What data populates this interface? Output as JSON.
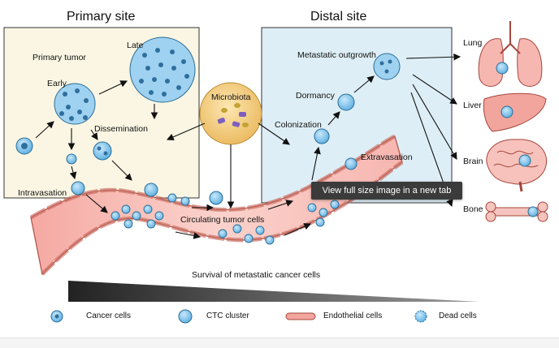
{
  "figure": {
    "primary_title": "Primary site",
    "distal_title": "Distal site",
    "primary": {
      "primary_tumor": "Primary tumor",
      "late": "Late",
      "early": "Early",
      "dissemination": "Dissemination",
      "intravasation": "Intravasation"
    },
    "microbiota": "Microbiota",
    "distal": {
      "metastatic_outgrowth": "Metastatic outgrowth",
      "dormancy": "Dormancy",
      "colonization": "Colonization",
      "extravasation": "Extravasation"
    },
    "circulating_tumor_cells": "Circulating tumor cells",
    "organs": {
      "lung": "Lung",
      "liver": "Liver",
      "brain": "Brain",
      "bone": "Bone"
    },
    "survival": "Survival of metastatic cancer cells",
    "legend": {
      "cancer_cells": "Cancer cells",
      "ctc_cluster": "CTC cluster",
      "endothelial_cells": "Endothelial cells",
      "dead_cells": "Dead cells"
    },
    "colors": {
      "primary_panel": "#fbf6e3",
      "distal_panel": "#deeef6",
      "vessel": "#f7b6b0",
      "cell": "#7ec3ea",
      "microbiota": "#f6d48b"
    }
  },
  "tooltip": {
    "label": "View full size image in a new tab"
  }
}
